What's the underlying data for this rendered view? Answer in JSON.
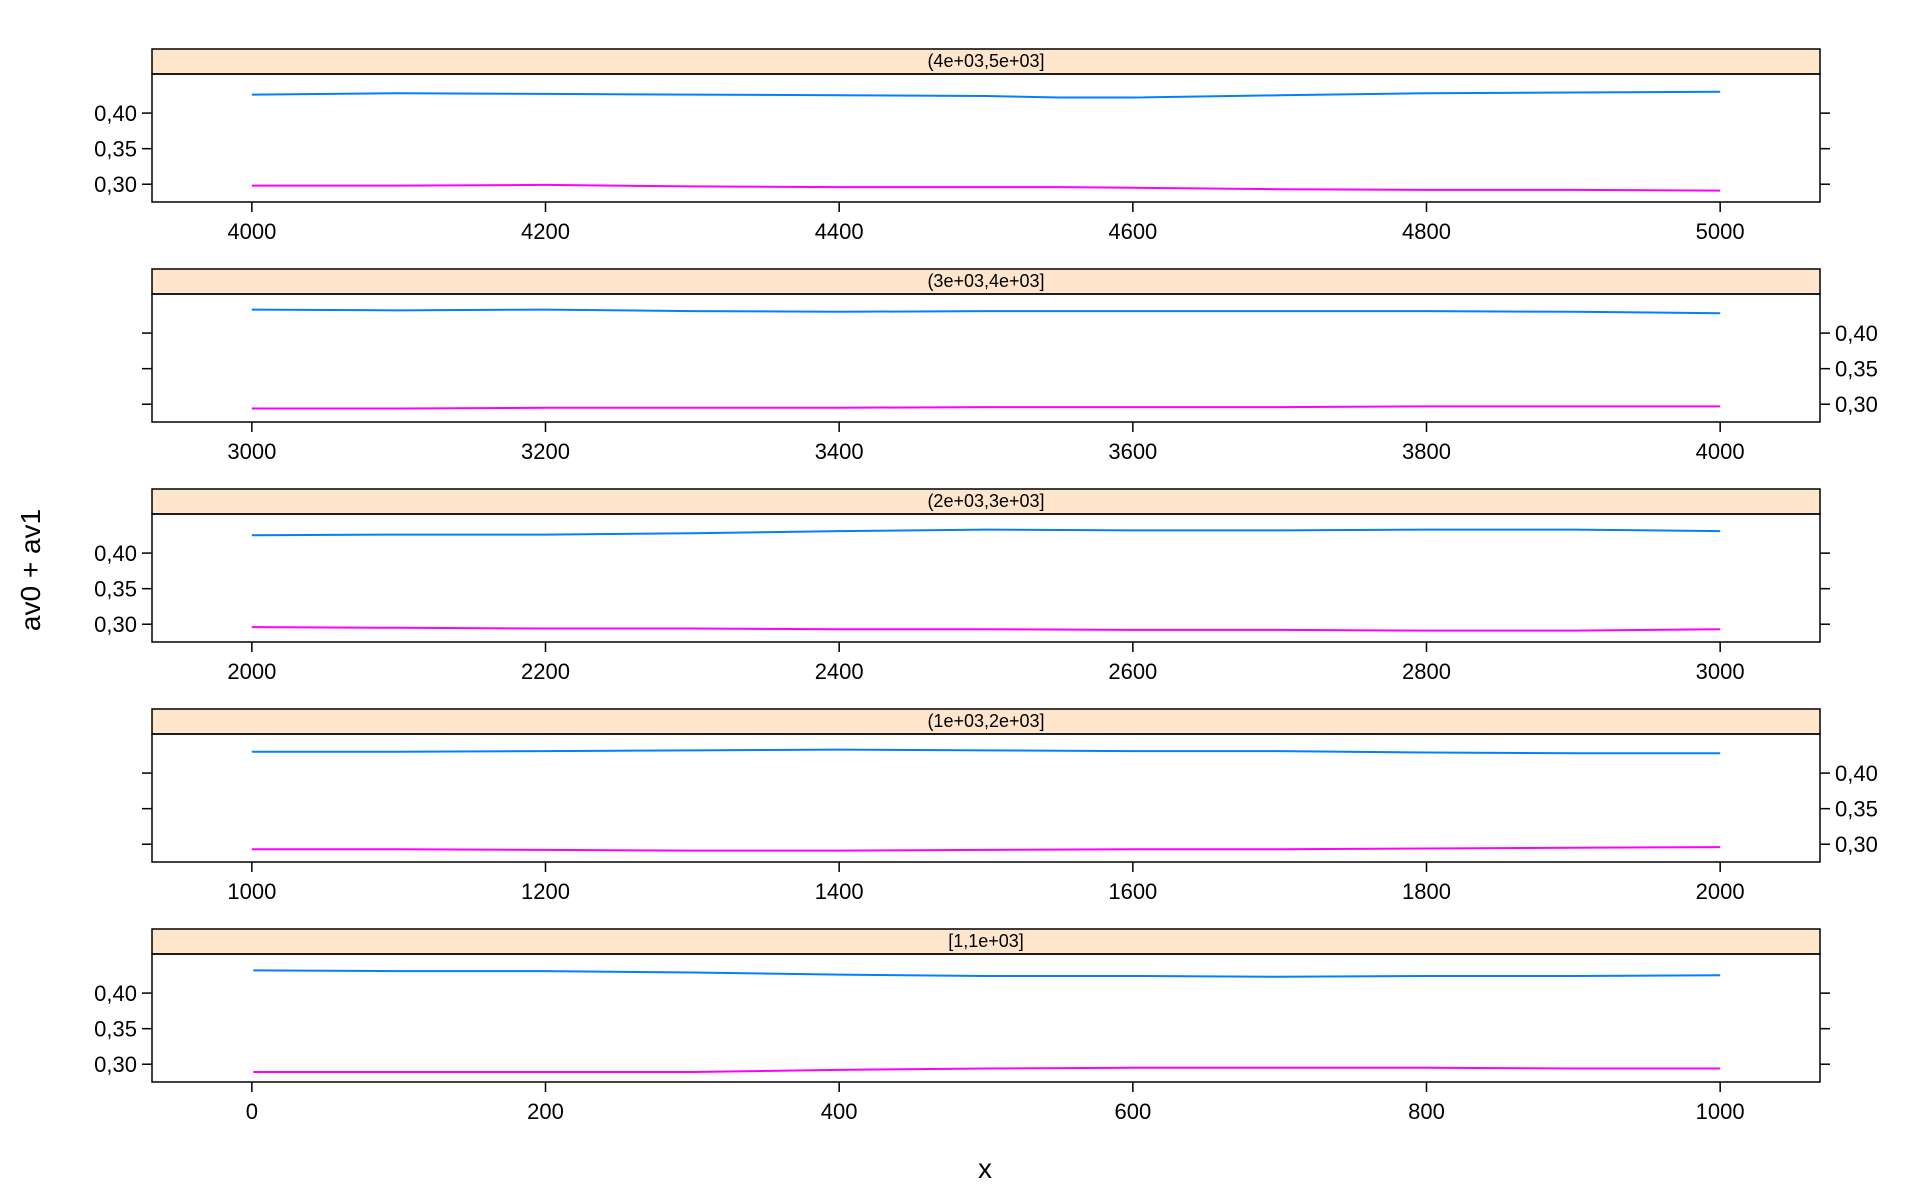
{
  "chart_data": {
    "type": "line",
    "layout": "lattice-vertical-panels",
    "xlabel": "x",
    "ylabel": "av0 + av1",
    "ylim": [
      0.275,
      0.455
    ],
    "y_ticks": [
      0.3,
      0.35,
      0.4
    ],
    "y_tick_labels": [
      "0,30",
      "0,35",
      "0,40"
    ],
    "colors": {
      "av0": "#0080ff",
      "av1": "#ff00ff",
      "strip": "#ffe5cc",
      "frame": "#000000"
    },
    "series_names": [
      "av0",
      "av1"
    ],
    "panels": [
      {
        "strip": "(4e+03,5e+03]",
        "xlim": [
          3932,
          5068
        ],
        "x_ticks": [
          4000,
          4200,
          4400,
          4600,
          4800,
          5000
        ],
        "y_axis_side": "left",
        "x": [
          4000,
          4100,
          4200,
          4300,
          4400,
          4500,
          4550,
          4600,
          4700,
          4800,
          4900,
          5000
        ],
        "series": [
          {
            "name": "av0",
            "values": [
              0.426,
              0.428,
              0.427,
              0.426,
              0.425,
              0.424,
              0.422,
              0.422,
              0.425,
              0.428,
              0.429,
              0.43
            ]
          },
          {
            "name": "av1",
            "values": [
              0.298,
              0.298,
              0.299,
              0.297,
              0.296,
              0.296,
              0.296,
              0.295,
              0.293,
              0.292,
              0.292,
              0.291
            ]
          }
        ]
      },
      {
        "strip": "(3e+03,4e+03]",
        "xlim": [
          2932,
          4068
        ],
        "x_ticks": [
          3000,
          3200,
          3400,
          3600,
          3800,
          4000
        ],
        "y_axis_side": "right",
        "x": [
          3000,
          3100,
          3200,
          3300,
          3400,
          3500,
          3600,
          3700,
          3800,
          3900,
          4000
        ],
        "series": [
          {
            "name": "av0",
            "values": [
              0.433,
              0.432,
              0.433,
              0.431,
              0.43,
              0.431,
              0.431,
              0.431,
              0.431,
              0.43,
              0.428
            ]
          },
          {
            "name": "av1",
            "values": [
              0.294,
              0.294,
              0.295,
              0.295,
              0.295,
              0.296,
              0.296,
              0.296,
              0.297,
              0.297,
              0.297
            ]
          }
        ]
      },
      {
        "strip": "(2e+03,3e+03]",
        "xlim": [
          1932,
          3068
        ],
        "x_ticks": [
          2000,
          2200,
          2400,
          2600,
          2800,
          3000
        ],
        "y_axis_side": "left",
        "x": [
          2000,
          2100,
          2200,
          2300,
          2400,
          2500,
          2600,
          2700,
          2800,
          2900,
          3000
        ],
        "series": [
          {
            "name": "av0",
            "values": [
              0.425,
              0.426,
              0.426,
              0.428,
              0.431,
              0.433,
              0.432,
              0.432,
              0.433,
              0.433,
              0.431
            ]
          },
          {
            "name": "av1",
            "values": [
              0.296,
              0.295,
              0.294,
              0.294,
              0.293,
              0.293,
              0.292,
              0.292,
              0.291,
              0.291,
              0.293
            ]
          }
        ]
      },
      {
        "strip": "(1e+03,2e+03]",
        "xlim": [
          932,
          2068
        ],
        "x_ticks": [
          1000,
          1200,
          1400,
          1600,
          1800,
          2000
        ],
        "y_axis_side": "right",
        "x": [
          1000,
          1100,
          1200,
          1300,
          1400,
          1500,
          1600,
          1700,
          1800,
          1900,
          2000
        ],
        "series": [
          {
            "name": "av0",
            "values": [
              0.43,
              0.43,
              0.431,
              0.432,
              0.433,
              0.432,
              0.431,
              0.431,
              0.429,
              0.428,
              0.428
            ]
          },
          {
            "name": "av1",
            "values": [
              0.293,
              0.293,
              0.292,
              0.291,
              0.291,
              0.292,
              0.293,
              0.293,
              0.294,
              0.295,
              0.296
            ]
          }
        ]
      },
      {
        "strip": "[1,1e+03]",
        "xlim": [
          -68,
          1068
        ],
        "x_ticks": [
          0,
          200,
          400,
          600,
          800,
          1000
        ],
        "y_axis_side": "left",
        "x": [
          1,
          100,
          200,
          300,
          400,
          500,
          600,
          700,
          800,
          900,
          1000
        ],
        "series": [
          {
            "name": "av0",
            "values": [
              0.432,
              0.431,
              0.431,
              0.429,
              0.426,
              0.424,
              0.424,
              0.423,
              0.424,
              0.424,
              0.425
            ]
          },
          {
            "name": "av1",
            "values": [
              0.289,
              0.289,
              0.289,
              0.289,
              0.292,
              0.294,
              0.295,
              0.295,
              0.295,
              0.294,
              0.294
            ]
          }
        ]
      }
    ]
  }
}
